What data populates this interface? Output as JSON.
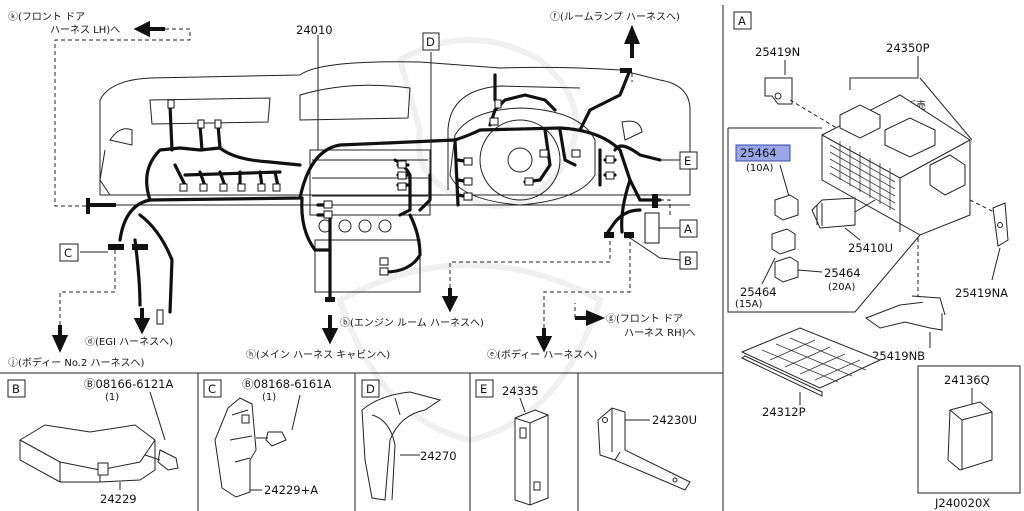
{
  "main": {
    "part_main_harness": "24010",
    "ref_k": "ⓚ(フロント ドア",
    "ref_k2": "ハーネス LH)へ",
    "ref_f": "ⓕ(ルームランプ ハーネスへ)",
    "ref_b": "ⓑ(エンジン ルーム ハーネスへ)",
    "ref_g": "ⓖ(フロント ドア",
    "ref_g2": "ハーネス RH)へ",
    "ref_d": "ⓓ(EGI ハーネスへ)",
    "ref_j": "ⓙ(ボディー No.2 ハーネスへ)",
    "ref_h": "ⓗ(メイン ハーネス キャビンへ)",
    "ref_e": "ⓔ(ボディー ハーネスへ)",
    "callouts": {
      "A": "A",
      "B": "B",
      "C": "C",
      "D": "D",
      "E": "E"
    }
  },
  "panel_a": {
    "label": "A",
    "p_25419N": "25419N",
    "p_24350P": "24350P",
    "not_for_sale": "非販売",
    "p_25464_10": "25464",
    "p_25464_10_sub": "(10A)",
    "p_25410U": "25410U",
    "p_25464_15": "25464",
    "p_25464_15_sub": "(15A)",
    "p_25464_20": "25464",
    "p_25464_20_sub": "(20A)",
    "p_25419NA": "25419NA",
    "p_25419NB": "25419NB",
    "p_24312P": "24312P",
    "p_24136Q": "24136Q",
    "highlight_color": "#9aa7e6"
  },
  "panel_b": {
    "label": "B",
    "bolt": "Ⓑ08166-6121A",
    "bolt_qty": "(1)",
    "part": "24229"
  },
  "panel_c": {
    "label": "C",
    "bolt": "Ⓑ08168-6161A",
    "bolt_qty": "(1)",
    "part": "24229+A"
  },
  "panel_d": {
    "label": "D",
    "part": "24270"
  },
  "panel_e": {
    "label": "E",
    "part": "24335"
  },
  "panel_f": {
    "part": "24230U"
  },
  "diagram_code": "J240020X"
}
